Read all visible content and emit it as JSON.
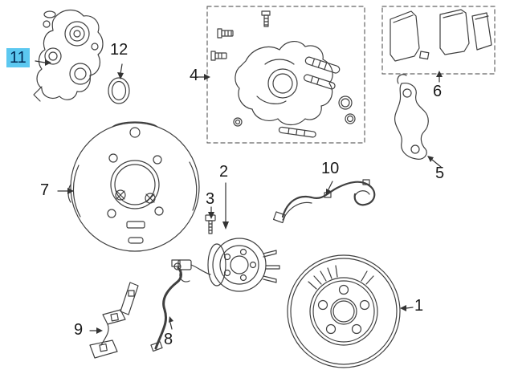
{
  "colors": {
    "background": "#ffffff",
    "line": "#3f3f3f",
    "text": "#1a1a1a",
    "highlight": "#5cc8f0"
  },
  "callouts": [
    {
      "part": "1",
      "label": "1",
      "highlighted": false
    },
    {
      "part": "2",
      "label": "2",
      "highlighted": false
    },
    {
      "part": "3",
      "label": "3",
      "highlighted": false
    },
    {
      "part": "4",
      "label": "4",
      "highlighted": false
    },
    {
      "part": "5",
      "label": "5",
      "highlighted": false
    },
    {
      "part": "6",
      "label": "6",
      "highlighted": false
    },
    {
      "part": "7",
      "label": "7",
      "highlighted": false
    },
    {
      "part": "8",
      "label": "8",
      "highlighted": false
    },
    {
      "part": "9",
      "label": "9",
      "highlighted": false
    },
    {
      "part": "10",
      "label": "10",
      "highlighted": false
    },
    {
      "part": "11",
      "label": "11",
      "highlighted": true
    },
    {
      "part": "12",
      "label": "12",
      "highlighted": false
    }
  ]
}
